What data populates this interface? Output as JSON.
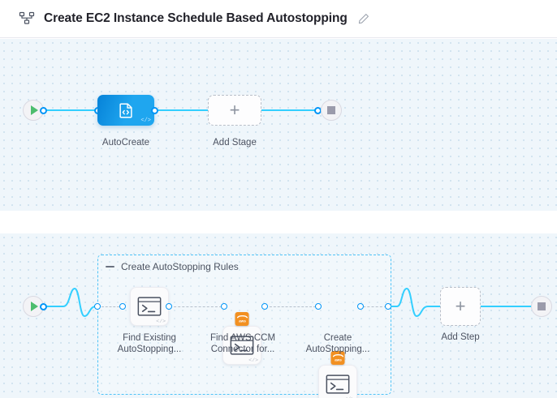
{
  "header": {
    "icon": "pipeline-icon",
    "title": "Create EC2 Instance Schedule Based Autostopping",
    "edit_icon": "pencil-edit-icon"
  },
  "colors": {
    "accent_blue": "#33cfff",
    "port_blue": "#0095f7",
    "node_blue": "#1fa6ef",
    "group_dashed": "#4fc3f7",
    "canvas_bg": "#eff6fb",
    "canvas_dot": "#d2e4f0",
    "aws_orange": "#f29021",
    "start_green": "#4dbd6e",
    "stop_gray": "#9b9bab",
    "label_text": "#4c5261",
    "title_text": "#22222a"
  },
  "stages_canvas": {
    "start_node": {
      "name": "pipeline-start",
      "icon": "play-icon"
    },
    "end_node": {
      "name": "pipeline-end",
      "icon": "stop-icon"
    },
    "stages": [
      {
        "id": "autocreate",
        "label": "AutoCreate",
        "icon": "code-template-icon",
        "corner_badge": "</>",
        "type": "stage"
      }
    ],
    "add_stage": {
      "label": "Add Stage",
      "icon": "plus-icon"
    }
  },
  "steps_canvas": {
    "start_node": {
      "name": "stage-start",
      "icon": "play-icon"
    },
    "end_node": {
      "name": "stage-end",
      "icon": "stop-icon"
    },
    "group": {
      "title": "Create AutoStopping Rules",
      "collapse_icon": "minus-icon"
    },
    "steps": [
      {
        "id": "find-existing",
        "label_line1": "Find Existing",
        "label_line2": "AutoStopping...",
        "icon": "shell-terminal-icon",
        "corner_badge": "</>",
        "connector_badge": null
      },
      {
        "id": "find-aws-ccm",
        "label_line1": "Find AWS CCM",
        "label_line2": "Connector for...",
        "icon": "shell-terminal-icon",
        "corner_badge": "</>",
        "connector_badge": "aws-logo-icon"
      },
      {
        "id": "create-autostopping",
        "label_line1": "Create",
        "label_line2": "AutoStopping...",
        "icon": "shell-terminal-icon",
        "corner_badge": "</>",
        "connector_badge": "aws-logo-icon"
      }
    ],
    "add_step": {
      "label": "Add Step",
      "icon": "plus-icon"
    }
  }
}
